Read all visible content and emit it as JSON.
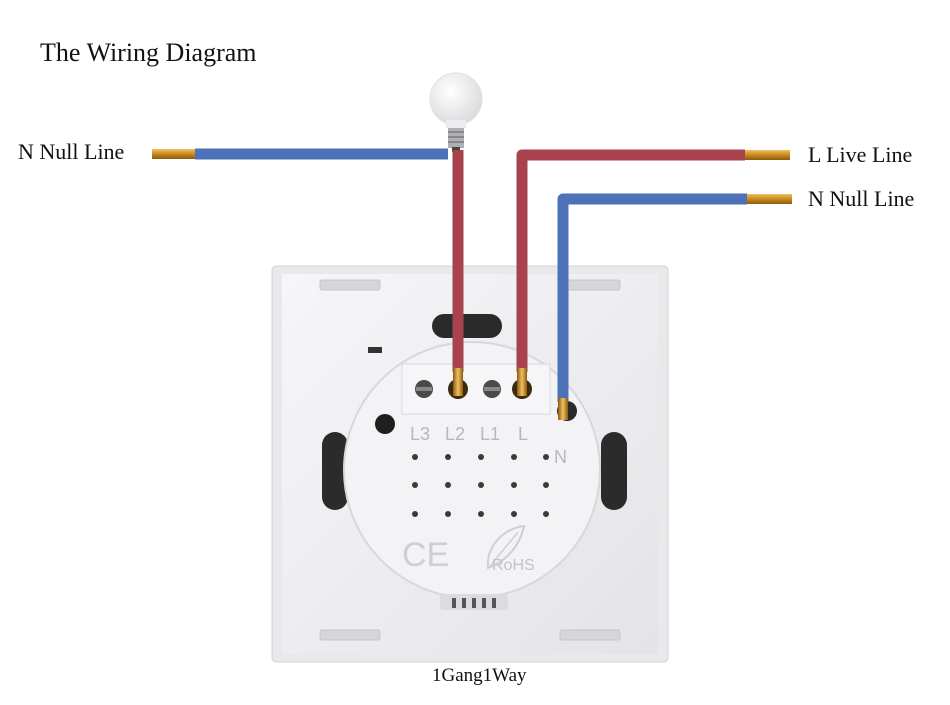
{
  "diagram": {
    "title": "The Wiring Diagram",
    "caption": "1Gang1Way",
    "labels": {
      "n_null_left": "N Null Line",
      "l_live_right": "L Live Line",
      "n_null_right": "N Null Line"
    },
    "terminals": [
      "L3",
      "L2",
      "L1",
      "L",
      "N"
    ],
    "marks": {
      "ce": "CE",
      "rohs": "RoHS"
    },
    "colors": {
      "live_wire": "#a8424c",
      "neutral_wire": "#4e72b8",
      "copper_tip": "#d79c26",
      "switch_plate": "#efeff1",
      "bulb": "#f4f4f4"
    },
    "icons": [
      "light-bulb-icon",
      "ce-mark-icon",
      "rohs-leaf-icon"
    ]
  }
}
